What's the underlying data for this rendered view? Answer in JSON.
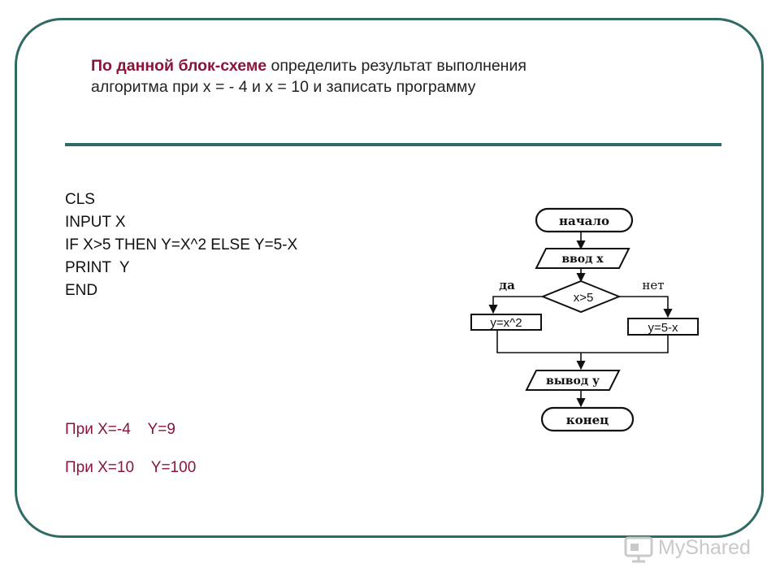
{
  "task": {
    "title_highlight": "По данной блок-схеме",
    "title_line1_rest": " определить результат выполнения",
    "title_line2": "алгоритма при х = - 4 и х = 10 и  записать программу"
  },
  "code_lines": [
    "CLS",
    "INPUT X",
    "IF X>5 THEN Y=X^2 ELSE Y=5-X",
    "PRINT  Y",
    "END"
  ],
  "answers": [
    "При X=-4    Y=9",
    "При X=10    Y=100"
  ],
  "flowchart": {
    "start": "начало",
    "input": "ввод  х",
    "condition": "x>5",
    "yes_label": "да",
    "no_label": "нет",
    "yes_action": "y=x^2",
    "no_action": "y=5-x",
    "output": "вывод  у",
    "end": "конец"
  },
  "watermark": {
    "text": "MyShared"
  },
  "colors": {
    "frame": "#2f6a64",
    "highlight": "#8a1538"
  }
}
